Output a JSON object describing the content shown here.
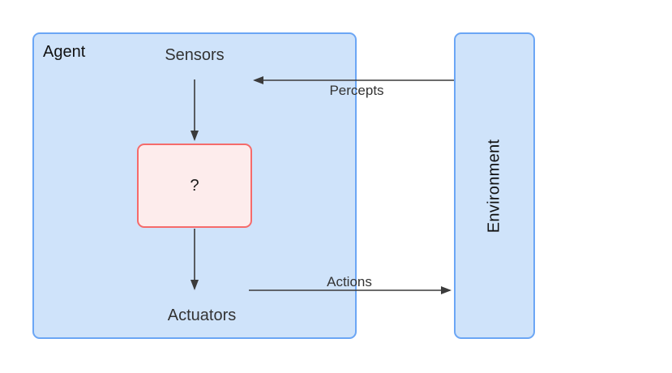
{
  "agent": {
    "label": "Agent",
    "components": {
      "sensors": "Sensors",
      "program": "?",
      "actuators": "Actuators"
    }
  },
  "environment": {
    "label": "Environment"
  },
  "flows": {
    "percepts": "Percepts",
    "actions": "Actions"
  },
  "colors": {
    "background": "#ffffff",
    "node_fill_blue": "#cfe3fa",
    "node_border_blue": "#6ba6f5",
    "program_fill": "#fdecec",
    "program_border": "#f56b6b",
    "arrow_stroke": "#3b3b3b",
    "edge_label_text": "#333333",
    "node_label_text": "#333333",
    "title_text": "#111111"
  }
}
